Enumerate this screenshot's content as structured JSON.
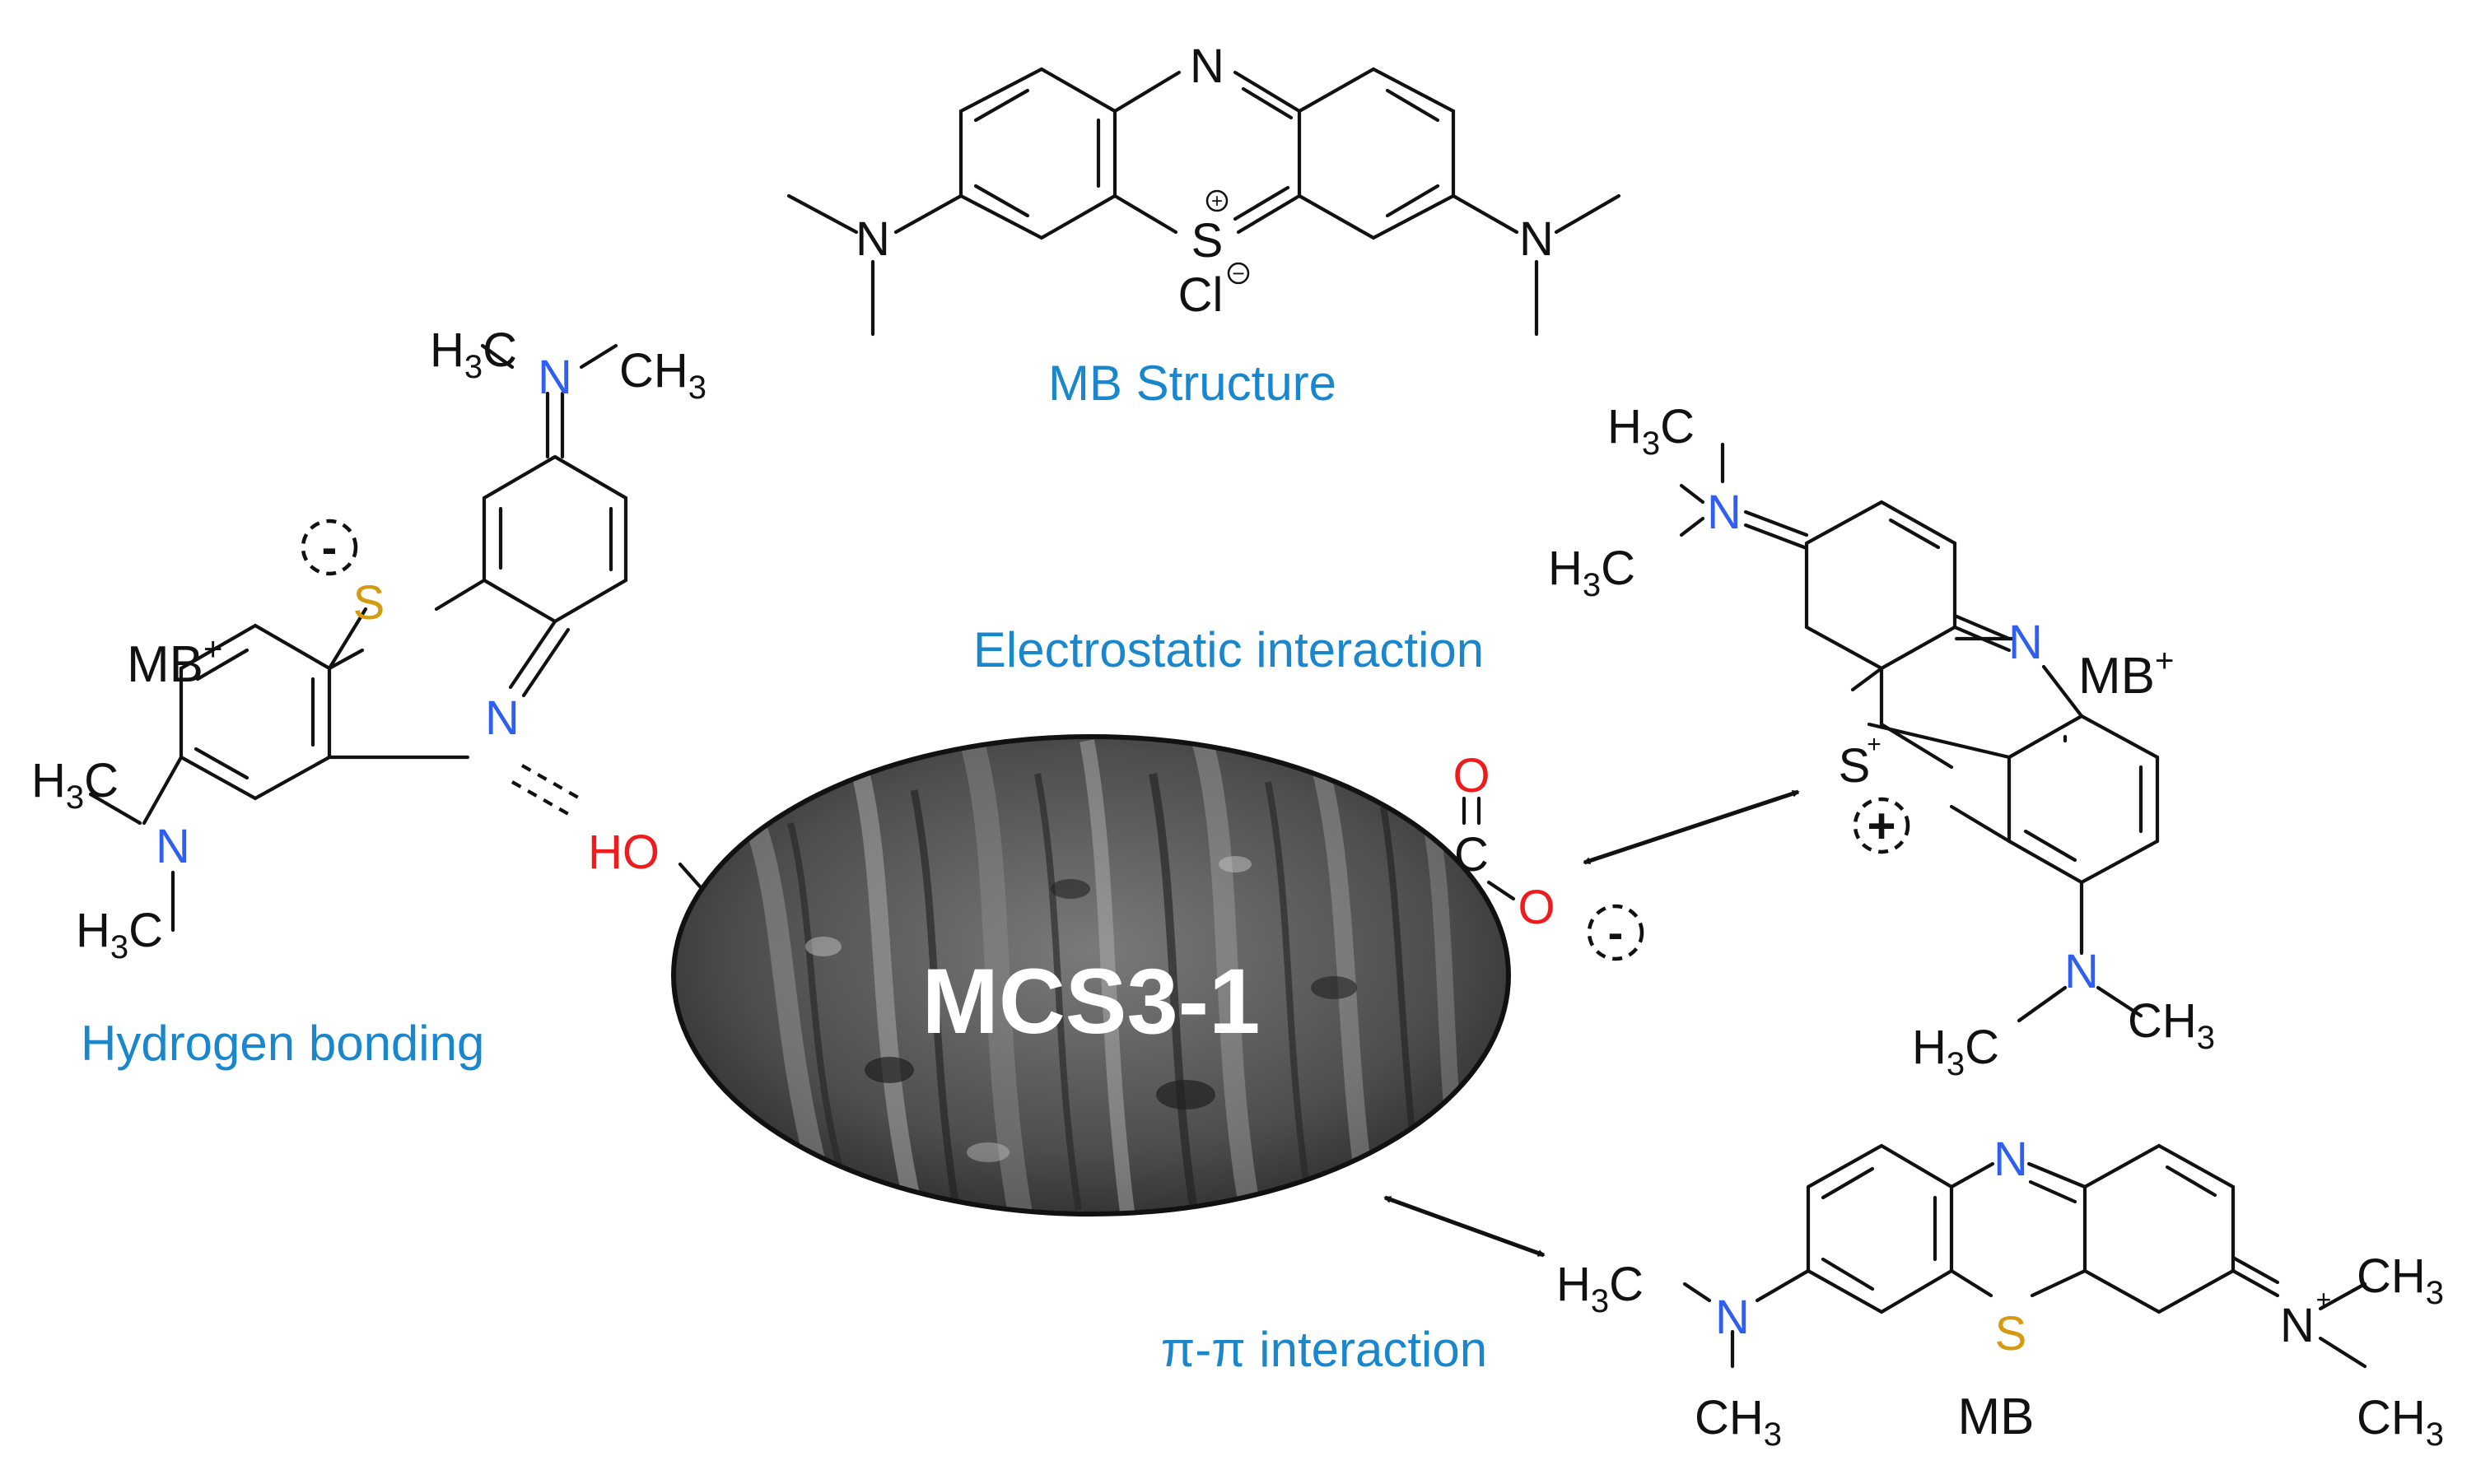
{
  "labels": {
    "mb_structure": "MB Structure",
    "electrostatic": "Electrostatic interaction",
    "hydrogen": "Hydrogen bonding",
    "pipi": "π-π interaction",
    "material": "MCS3-1",
    "mb": "MB",
    "mb_plus": "MB",
    "plus_sup": "+"
  },
  "atoms": {
    "N": "N",
    "S": "S",
    "O": "O",
    "C": "C",
    "HO": "HO",
    "Cl": "Cl",
    "H": "H",
    "CH": "CH",
    "sub3": "3",
    "plus": "+",
    "minus": "−",
    "charge_plus": "+",
    "charge_minus": "-"
  },
  "colors": {
    "label_blue": "#1a87cc",
    "nitrogen": "#2f5ff0",
    "sulfur": "#d59a10",
    "oxygen": "#ee1c1c"
  }
}
